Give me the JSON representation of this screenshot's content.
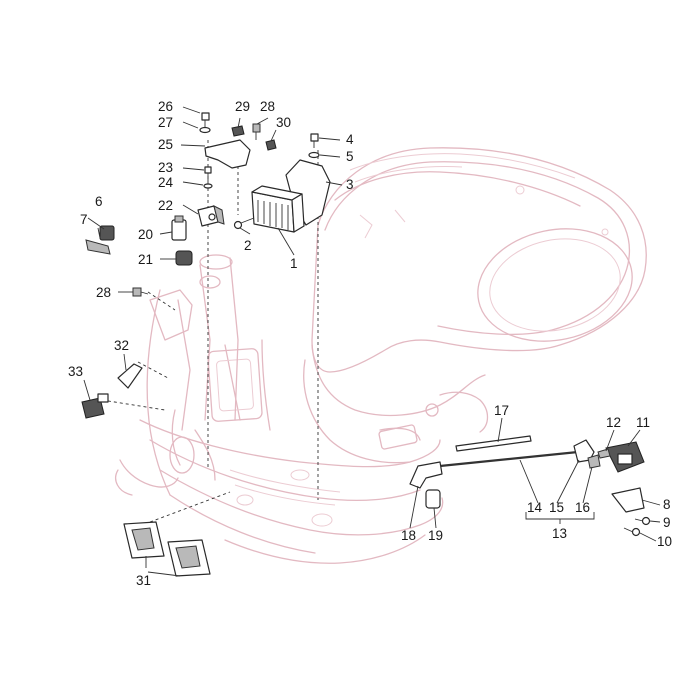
{
  "callouts": [
    {
      "id": "c26",
      "label": "26"
    },
    {
      "id": "c27",
      "label": "27"
    },
    {
      "id": "c29",
      "label": "29"
    },
    {
      "id": "c28a",
      "label": "28"
    },
    {
      "id": "c30",
      "label": "30"
    },
    {
      "id": "c25",
      "label": "25"
    },
    {
      "id": "c4",
      "label": "4"
    },
    {
      "id": "c5",
      "label": "5"
    },
    {
      "id": "c23",
      "label": "23"
    },
    {
      "id": "c24",
      "label": "24"
    },
    {
      "id": "c3",
      "label": "3"
    },
    {
      "id": "c6",
      "label": "6"
    },
    {
      "id": "c22",
      "label": "22"
    },
    {
      "id": "c7",
      "label": "7"
    },
    {
      "id": "c20",
      "label": "20"
    },
    {
      "id": "c2",
      "label": "2"
    },
    {
      "id": "c21",
      "label": "21"
    },
    {
      "id": "c1",
      "label": "1"
    },
    {
      "id": "c28b",
      "label": "28"
    },
    {
      "id": "c32",
      "label": "32"
    },
    {
      "id": "c33",
      "label": "33"
    },
    {
      "id": "c17",
      "label": "17"
    },
    {
      "id": "c12",
      "label": "12"
    },
    {
      "id": "c11",
      "label": "11"
    },
    {
      "id": "c8",
      "label": "8"
    },
    {
      "id": "c14",
      "label": "14"
    },
    {
      "id": "c15",
      "label": "15"
    },
    {
      "id": "c16",
      "label": "16"
    },
    {
      "id": "c9",
      "label": "9"
    },
    {
      "id": "c18",
      "label": "18"
    },
    {
      "id": "c19",
      "label": "19"
    },
    {
      "id": "c13",
      "label": "13"
    },
    {
      "id": "c10",
      "label": "10"
    },
    {
      "id": "c31",
      "label": "31"
    }
  ]
}
